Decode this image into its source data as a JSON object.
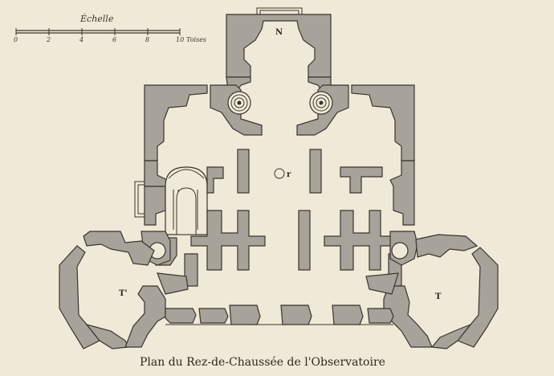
{
  "scale": {
    "title": "Échelle",
    "ticks": [
      "0",
      "2",
      "4",
      "6",
      "8",
      "10"
    ],
    "unit": "Toises"
  },
  "labels": {
    "north": "N",
    "center": "r",
    "tower_west": "T'",
    "tower_east": "T"
  },
  "caption": "Plan du Rez-de-Chaussée de l'Observatoire"
}
